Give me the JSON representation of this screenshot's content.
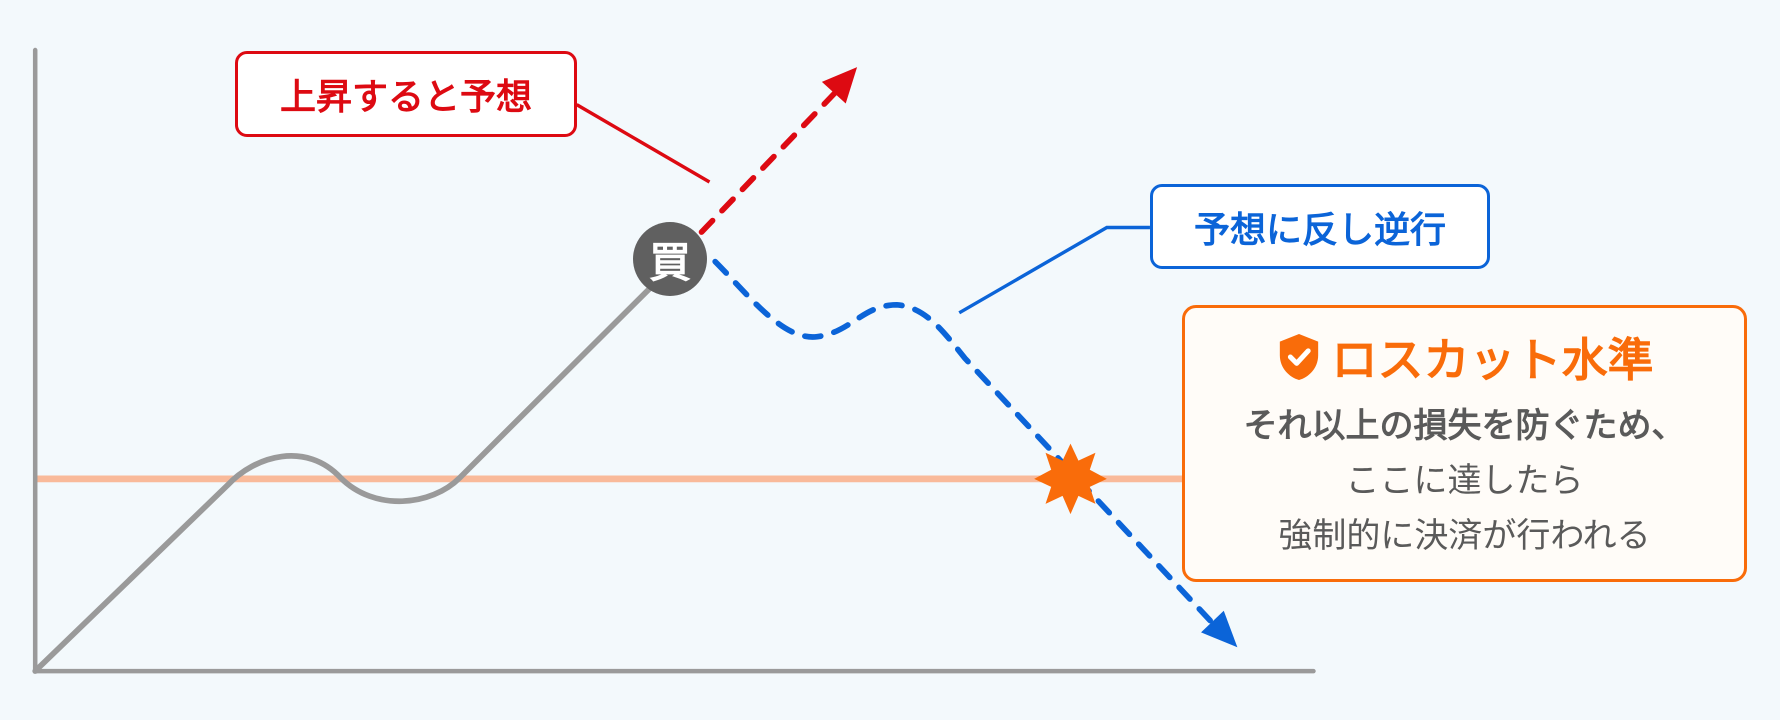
{
  "labels": {
    "up_prediction": "上昇すると予想",
    "reverse": "予想に反し逆行",
    "buy_marker": "買"
  },
  "losscut": {
    "title": "ロスカット水準",
    "icon": "shield-check-icon",
    "line1": "それ以上の損失を防ぐため、",
    "line2": "ここに達したら",
    "line3": "強制的に決済が行われる"
  },
  "colors": {
    "background": "#f3f9fc",
    "axis": "#9a9a9a",
    "price_line": "#9a9a9a",
    "up_prediction": "#dd0a12",
    "reverse": "#0b64d8",
    "losscut": "#f96c0a",
    "losscut_line": "#fbb08a",
    "buy_marker": "#606060"
  },
  "chart_data": {
    "type": "line",
    "title": "",
    "xlabel": "",
    "ylabel": "",
    "grid": false,
    "series": [
      {
        "name": "price_history",
        "style": "solid",
        "color": "#9a9a9a",
        "points": [
          [
            0,
            0
          ],
          [
            170,
            165
          ],
          [
            220,
            194
          ],
          [
            325,
            150
          ],
          [
            375,
            165
          ],
          [
            545,
            338
          ],
          [
            559,
            362
          ]
        ]
      },
      {
        "name": "up_prediction",
        "style": "dashed",
        "color": "#dd0a12",
        "points": [
          [
            587,
            385
          ],
          [
            724,
            530
          ]
        ]
      },
      {
        "name": "reverse_move",
        "style": "dashed",
        "color": "#0b64d8",
        "points": [
          [
            599,
            360
          ],
          [
            690,
            294
          ],
          [
            760,
            322
          ],
          [
            1057,
            22
          ]
        ]
      }
    ],
    "annotations": [
      {
        "text": "上昇すると予想",
        "color": "#dd0a12"
      },
      {
        "text": "予想に反し逆行",
        "color": "#0b64d8"
      },
      {
        "text": "ロスカット水準",
        "color": "#f96c0a"
      },
      {
        "text": "買",
        "type": "buy_entry_point"
      }
    ],
    "reference_lines": [
      {
        "name": "losscut_level",
        "y": 169,
        "color": "#fbb08a"
      }
    ]
  }
}
